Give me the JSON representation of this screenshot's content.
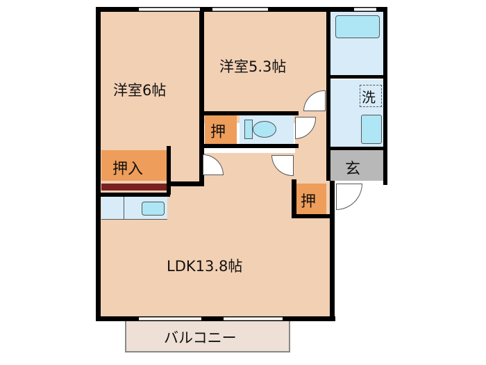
{
  "floor_plan": {
    "rooms": {
      "western_room_1": {
        "label": "洋室6帖",
        "type": "bedroom"
      },
      "western_room_2": {
        "label": "洋室5.3帖",
        "type": "bedroom"
      },
      "ldk": {
        "label": "LDK13.8帖",
        "type": "living-dining-kitchen"
      },
      "closet_1": {
        "label": "押入"
      },
      "closet_2": {
        "label": "押"
      },
      "closet_3": {
        "label": "押"
      },
      "entrance": {
        "label": "玄"
      },
      "laundry": {
        "label": "洗"
      },
      "balcony": {
        "label": "バルコニー"
      }
    },
    "colors": {
      "floor": "#f2d0b4",
      "closet": "#ee9d5a",
      "wet_area": "#d7ecf8",
      "fixture": "#aee6f5",
      "entrance": "#b8b8b8",
      "wall": "#000000",
      "balcony": "#eee0d6"
    }
  }
}
